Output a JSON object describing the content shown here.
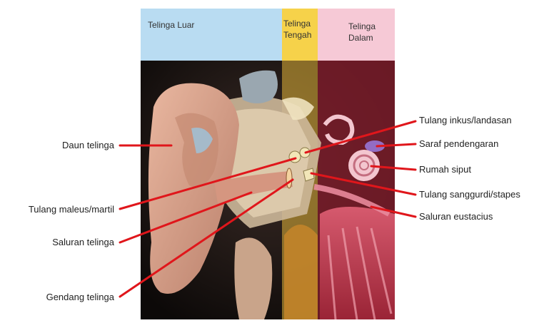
{
  "header": {
    "outer": "Telinga Luar",
    "middle_line1": "Telinga",
    "middle_line2": "Tengah",
    "inner_line1": "Telinga",
    "inner_line2": "Dalam"
  },
  "labels": {
    "left": [
      "Daun telinga",
      "Tulang maleus/martil",
      "Saluran telinga",
      "Gendang telinga"
    ],
    "right": [
      "Tulang inkus/landasan",
      "Saraf pendengaran",
      "Rumah siput",
      "Tulang sanggurdi/stapes",
      "Saluran eustacius"
    ]
  },
  "colors": {
    "outer_band": "#b9dcf2",
    "middle_band": "#f6d24a",
    "inner_band": "#f6c9d6",
    "leader_line": "#e0161b"
  }
}
